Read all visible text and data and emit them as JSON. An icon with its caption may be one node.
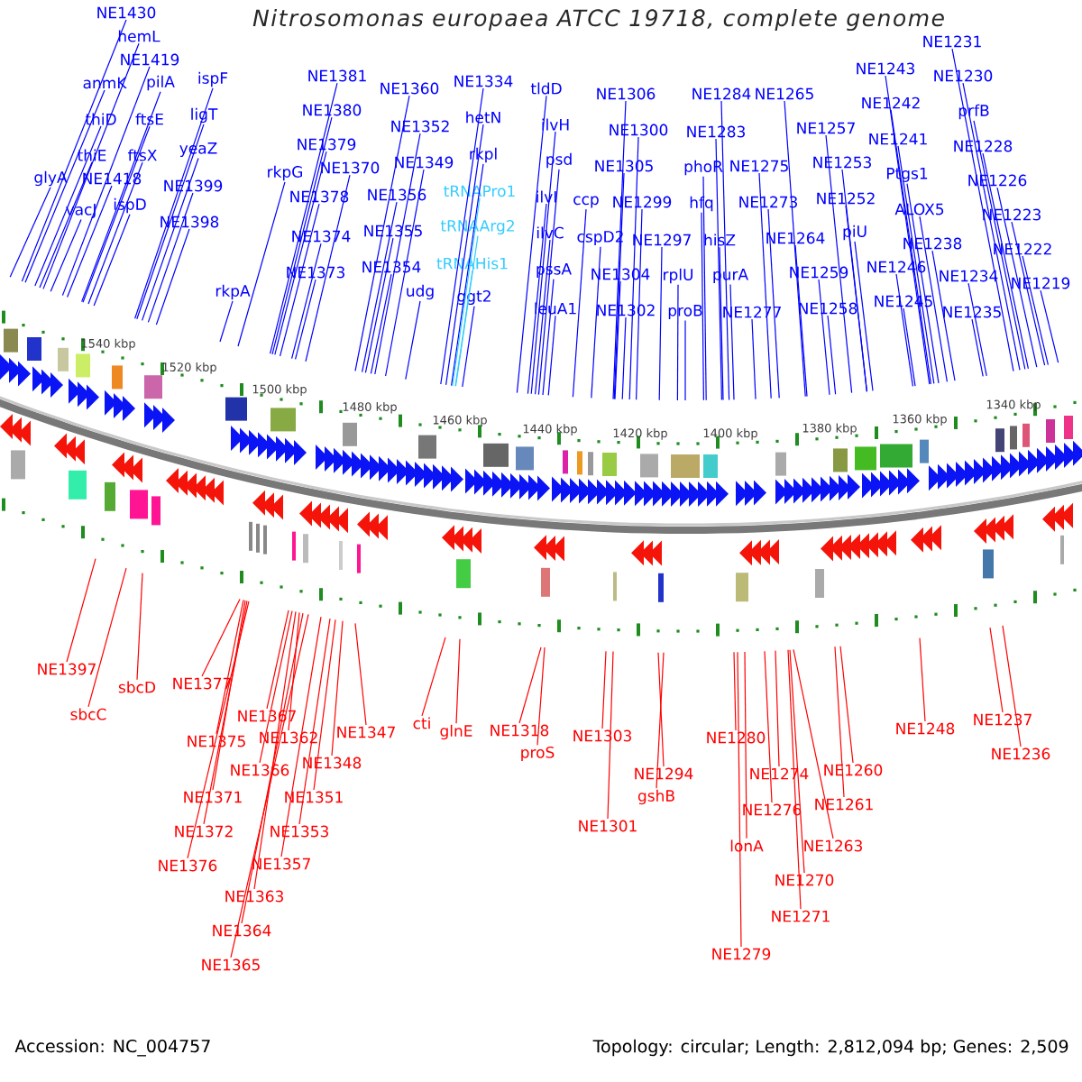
{
  "diagram": {
    "title": "Nitrosomonas europaea ATCC 19718, complete genome",
    "nodes": [
      {
        "text": [
          "NE1430"
        ]
      },
      {
        "text": [
          "hemL"
        ]
      },
      {
        "text": [
          "NE1231"
        ]
      },
      {
        "text": [
          "NE1243"
        ]
      },
      {
        "text": [
          "NE1419"
        ]
      },
      {
        "text": [
          "NE1230"
        ]
      },
      {
        "text": [
          "NE1381"
        ]
      },
      {
        "text": [
          "ispF"
        ]
      },
      {
        "text": [
          "NE1334"
        ]
      },
      {
        "text": [
          "anmK"
        ]
      },
      {
        "text": [
          "pilA"
        ]
      },
      {
        "text": [
          "NE1360"
        ]
      },
      {
        "text": [
          "tldD"
        ]
      },
      {
        "text": [
          "NE1306"
        ]
      },
      {
        "text": [
          "NE1284"
        ]
      },
      {
        "text": [
          "NE1265"
        ]
      },
      {
        "text": [
          "NE1242"
        ]
      },
      {
        "text": [
          "NE1380"
        ]
      },
      {
        "text": [
          "prfB"
        ]
      },
      {
        "text": [
          "ligT"
        ]
      },
      {
        "text": [
          "hetN"
        ]
      },
      {
        "text": [
          "thiD"
        ]
      },
      {
        "text": [
          "ftsE"
        ]
      },
      {
        "text": [
          "ilvH"
        ]
      },
      {
        "text": [
          "NE1352"
        ]
      },
      {
        "text": [
          "NE1257"
        ]
      },
      {
        "text": [
          "NE1300"
        ]
      },
      {
        "text": [
          "NE1283"
        ]
      },
      {
        "text": [
          "NE1241"
        ]
      },
      {
        "text": [
          "NE1379"
        ]
      },
      {
        "text": [
          "NE1228"
        ]
      },
      {
        "text": [
          "yeaZ"
        ]
      },
      {
        "text": [
          "thiE"
        ]
      },
      {
        "text": [
          "ftsX"
        ]
      },
      {
        "text": [
          "rkpl"
        ]
      },
      {
        "text": [
          "psd"
        ]
      },
      {
        "text": [
          "NE1349"
        ]
      },
      {
        "text": [
          "NE1253"
        ]
      },
      {
        "text": [
          "NE1305"
        ]
      },
      {
        "text": [
          "NE1275"
        ]
      },
      {
        "text": [
          "phoR"
        ]
      },
      {
        "text": [
          "NE1370"
        ]
      },
      {
        "text": [
          "rkpG"
        ]
      },
      {
        "text": [
          "Ptgs1"
        ]
      },
      {
        "text": [
          "glyA"
        ]
      },
      {
        "text": [
          "NE1418"
        ]
      },
      {
        "text": [
          "NE1226"
        ]
      },
      {
        "text": [
          "NE1399"
        ]
      },
      {
        "text": [
          "tRNAPro1"
        ]
      },
      {
        "text": [
          "NE1356"
        ]
      },
      {
        "text": [
          "NE1378"
        ]
      },
      {
        "text": [
          "ilvI"
        ]
      },
      {
        "text": [
          "NE1252"
        ]
      },
      {
        "text": [
          "NE1273"
        ]
      },
      {
        "text": [
          "ccp"
        ]
      },
      {
        "text": [
          "NE1299"
        ]
      },
      {
        "text": [
          "hfq"
        ]
      },
      {
        "text": [
          "ispD"
        ]
      },
      {
        "text": [
          "ALOX5"
        ]
      },
      {
        "text": [
          "vacJ"
        ]
      },
      {
        "text": [
          "NE1223"
        ]
      },
      {
        "text": [
          "NE1398"
        ]
      },
      {
        "text": [
          "tRNAArg2"
        ]
      },
      {
        "text": [
          "NE1355"
        ]
      },
      {
        "text": [
          "ilvC"
        ]
      },
      {
        "text": [
          "piU"
        ]
      },
      {
        "text": [
          "NE1374"
        ]
      },
      {
        "text": [
          "NE1264"
        ]
      },
      {
        "text": [
          "cspD2"
        ]
      },
      {
        "text": [
          "NE1297"
        ]
      },
      {
        "text": [
          "hisZ"
        ]
      },
      {
        "text": [
          "NE1238"
        ]
      },
      {
        "text": [
          "NE1222"
        ]
      },
      {
        "text": [
          "tRNAHis1"
        ]
      },
      {
        "text": [
          "NE1354"
        ]
      },
      {
        "text": [
          "NE1246"
        ]
      },
      {
        "text": [
          "pssA"
        ]
      },
      {
        "text": [
          "NE1373"
        ]
      },
      {
        "text": [
          "NE1259"
        ]
      },
      {
        "text": [
          "NE1304"
        ]
      },
      {
        "text": [
          "rplU"
        ]
      },
      {
        "text": [
          "purA"
        ]
      },
      {
        "text": [
          "NE1234"
        ]
      },
      {
        "text": [
          "NE1219"
        ]
      },
      {
        "text": [
          "rkpA"
        ]
      },
      {
        "text": [
          "udg"
        ]
      },
      {
        "text": [
          "ggt2"
        ]
      },
      {
        "text": [
          "NE1245"
        ]
      },
      {
        "text": [
          "leuA1"
        ]
      },
      {
        "text": [
          "NE1258"
        ]
      },
      {
        "text": [
          "NE1302"
        ]
      },
      {
        "text": [
          "proB"
        ]
      },
      {
        "text": [
          "NE1277"
        ]
      },
      {
        "text": [
          "NE1235"
        ]
      },
      {
        "text": [
          "NE1397"
        ]
      },
      {
        "text": [
          "sbcD"
        ]
      },
      {
        "text": [
          "NE1377"
        ]
      },
      {
        "text": [
          "sbcC"
        ]
      },
      {
        "text": [
          "NE1367"
        ]
      },
      {
        "text": [
          "glnE"
        ]
      },
      {
        "text": [
          "cti"
        ]
      },
      {
        "text": [
          "NE1347"
        ]
      },
      {
        "text": [
          "NE1318"
        ]
      },
      {
        "text": [
          "proS"
        ]
      },
      {
        "text": [
          "NE1303"
        ]
      },
      {
        "text": [
          "NE1280"
        ]
      },
      {
        "text": [
          "NE1362"
        ]
      },
      {
        "text": [
          "NE1375"
        ]
      },
      {
        "text": [
          "NE1248"
        ]
      },
      {
        "text": [
          "NE1237"
        ]
      },
      {
        "text": [
          "NE1236"
        ]
      },
      {
        "text": [
          "NE1348"
        ]
      },
      {
        "text": [
          "NE1366"
        ]
      },
      {
        "text": [
          "NE1260"
        ]
      },
      {
        "text": [
          "NE1294"
        ]
      },
      {
        "text": [
          "NE1274"
        ]
      },
      {
        "text": [
          "gshB"
        ]
      },
      {
        "text": [
          "NE1371"
        ]
      },
      {
        "text": [
          "NE1351"
        ]
      },
      {
        "text": [
          "NE1261"
        ]
      },
      {
        "text": [
          "NE1276"
        ]
      },
      {
        "text": [
          "NE1301"
        ]
      },
      {
        "text": [
          "NE1372"
        ]
      },
      {
        "text": [
          "NE1353"
        ]
      },
      {
        "text": [
          "NE1263"
        ]
      },
      {
        "text": [
          "lonA"
        ]
      },
      {
        "text": [
          "NE1357"
        ]
      },
      {
        "text": [
          "NE1376"
        ]
      },
      {
        "text": [
          "NE1270"
        ]
      },
      {
        "text": [
          "NE1363"
        ]
      },
      {
        "text": [
          "NE1271"
        ]
      },
      {
        "text": [
          "NE1364"
        ]
      },
      {
        "text": [
          "NE1279"
        ]
      },
      {
        "text": [
          "NE1365"
        ]
      }
    ],
    "edges": [
      {
        "from": 0,
        "to": null,
        "arrow": "none"
      },
      {
        "from": 1,
        "to": null,
        "arrow": "none"
      },
      {
        "from": 2,
        "to": null,
        "arrow": "none"
      },
      {
        "from": 3,
        "to": null,
        "arrow": "none"
      },
      {
        "from": 4,
        "to": null,
        "arrow": "none"
      },
      {
        "from": 5,
        "to": null,
        "arrow": "none"
      },
      {
        "from": 6,
        "to": null,
        "arrow": "none"
      },
      {
        "from": 7,
        "to": null,
        "arrow": "none"
      },
      {
        "from": 8,
        "to": null,
        "arrow": "none"
      },
      {
        "from": 9,
        "to": null,
        "arrow": "none"
      },
      {
        "from": 10,
        "to": null,
        "arrow": "none"
      },
      {
        "from": 11,
        "to": null,
        "arrow": "none"
      },
      {
        "from": 12,
        "to": null,
        "arrow": "none"
      },
      {
        "from": 13,
        "to": null,
        "arrow": "none"
      },
      {
        "from": 14,
        "to": null,
        "arrow": "none"
      },
      {
        "from": 15,
        "to": null,
        "arrow": "none"
      },
      {
        "from": 16,
        "to": null,
        "arrow": "none"
      },
      {
        "from": 17,
        "to": null,
        "arrow": "none"
      },
      {
        "from": 18,
        "to": null,
        "arrow": "none"
      },
      {
        "from": 19,
        "to": null,
        "arrow": "none"
      },
      {
        "from": 20,
        "to": null,
        "arrow": "none"
      },
      {
        "from": 21,
        "to": null,
        "arrow": "none"
      },
      {
        "from": 22,
        "to": null,
        "arrow": "none"
      },
      {
        "from": 23,
        "to": null,
        "arrow": "none"
      },
      {
        "from": 24,
        "to": null,
        "arrow": "none"
      },
      {
        "from": 25,
        "to": null,
        "arrow": "none"
      },
      {
        "from": 26,
        "to": null,
        "arrow": "none"
      },
      {
        "from": 27,
        "to": null,
        "arrow": "none"
      },
      {
        "from": 28,
        "to": null,
        "arrow": "none"
      },
      {
        "from": 29,
        "to": null,
        "arrow": "none"
      },
      {
        "from": 30,
        "to": null,
        "arrow": "none"
      },
      {
        "from": 31,
        "to": null,
        "arrow": "none"
      },
      {
        "from": 32,
        "to": null,
        "arrow": "none"
      },
      {
        "from": 33,
        "to": null,
        "arrow": "none"
      },
      {
        "from": 34,
        "to": null,
        "arrow": "none"
      },
      {
        "from": 35,
        "to": null,
        "arrow": "none"
      },
      {
        "from": 36,
        "to": null,
        "arrow": "none"
      },
      {
        "from": 37,
        "to": null,
        "arrow": "none"
      },
      {
        "from": 38,
        "to": null,
        "arrow": "none"
      },
      {
        "from": 39,
        "to": null,
        "arrow": "none"
      },
      {
        "from": 40,
        "to": null,
        "arrow": "none"
      },
      {
        "from": 41,
        "to": null,
        "arrow": "none"
      },
      {
        "from": 42,
        "to": null,
        "arrow": "none"
      },
      {
        "from": 43,
        "to": null,
        "arrow": "none"
      },
      {
        "from": 44,
        "to": null,
        "arrow": "none"
      },
      {
        "from": 45,
        "to": null,
        "arrow": "none"
      },
      {
        "from": 46,
        "to": null,
        "arrow": "none"
      },
      {
        "from": 47,
        "to": null,
        "arrow": "none"
      },
      {
        "from": 48,
        "to": null,
        "arrow": "none",
        "color": "#33ccff"
      },
      {
        "from": 49,
        "to": null,
        "arrow": "none"
      },
      {
        "from": 50,
        "to": null,
        "arrow": "none"
      },
      {
        "from": 51,
        "to": null,
        "arrow": "none"
      },
      {
        "from": 52,
        "to": null,
        "arrow": "none"
      },
      {
        "from": 53,
        "to": null,
        "arrow": "none"
      },
      {
        "from": 54,
        "to": null,
        "arrow": "none"
      },
      {
        "from": 55,
        "to": null,
        "arrow": "none"
      },
      {
        "from": 56,
        "to": null,
        "arrow": "none"
      },
      {
        "from": 57,
        "to": null,
        "arrow": "none"
      },
      {
        "from": 58,
        "to": null,
        "arrow": "none"
      },
      {
        "from": 59,
        "to": null,
        "arrow": "none"
      },
      {
        "from": 60,
        "to": null,
        "arrow": "none"
      },
      {
        "from": 61,
        "to": null,
        "arrow": "none"
      },
      {
        "from": 62,
        "to": null,
        "arrow": "none",
        "color": "#33ccff"
      },
      {
        "from": 63,
        "to": null,
        "arrow": "none"
      },
      {
        "from": 64,
        "to": null,
        "arrow": "none"
      },
      {
        "from": 65,
        "to": null,
        "arrow": "none"
      },
      {
        "from": 66,
        "to": null,
        "arrow": "none"
      },
      {
        "from": 67,
        "to": null,
        "arrow": "none"
      },
      {
        "from": 68,
        "to": null,
        "arrow": "none"
      },
      {
        "from": 69,
        "to": null,
        "arrow": "none"
      },
      {
        "from": 70,
        "to": null,
        "arrow": "none"
      },
      {
        "from": 71,
        "to": null,
        "arrow": "none"
      },
      {
        "from": 72,
        "to": null,
        "arrow": "none"
      },
      {
        "from": 73,
        "to": null,
        "arrow": "none",
        "color": "#33ccff"
      },
      {
        "from": 74,
        "to": null,
        "arrow": "none"
      },
      {
        "from": 75,
        "to": null,
        "arrow": "none"
      },
      {
        "from": 76,
        "to": null,
        "arrow": "none"
      },
      {
        "from": 77,
        "to": null,
        "arrow": "none"
      },
      {
        "from": 78,
        "to": null,
        "arrow": "none"
      },
      {
        "from": 79,
        "to": null,
        "arrow": "none"
      },
      {
        "from": 80,
        "to": null,
        "arrow": "none"
      },
      {
        "from": 81,
        "to": null,
        "arrow": "none"
      },
      {
        "from": 82,
        "to": null,
        "arrow": "none"
      },
      {
        "from": 83,
        "to": null,
        "arrow": "none"
      },
      {
        "from": 84,
        "to": null,
        "arrow": "none"
      },
      {
        "from": 85,
        "to": null,
        "arrow": "none"
      },
      {
        "from": 86,
        "to": null,
        "arrow": "none"
      },
      {
        "from": 87,
        "to": null,
        "arrow": "none"
      },
      {
        "from": 88,
        "to": null,
        "arrow": "none"
      },
      {
        "from": 89,
        "to": null,
        "arrow": "none"
      },
      {
        "from": 90,
        "to": null,
        "arrow": "none"
      },
      {
        "from": 91,
        "to": null,
        "arrow": "none"
      },
      {
        "from": 92,
        "to": null,
        "arrow": "none"
      },
      {
        "from": 93,
        "to": null,
        "arrow": "none"
      },
      {
        "from": 94,
        "to": null,
        "arrow": "none",
        "color": "#ff0000"
      },
      {
        "from": 95,
        "to": null,
        "arrow": "none",
        "color": "#ff0000"
      },
      {
        "from": 96,
        "to": null,
        "arrow": "none",
        "color": "#ff0000"
      },
      {
        "from": 97,
        "to": null,
        "arrow": "none",
        "color": "#ff0000"
      },
      {
        "from": 98,
        "to": null,
        "arrow": "none",
        "color": "#ff0000"
      },
      {
        "from": 99,
        "to": null,
        "arrow": "none",
        "color": "#ff0000"
      },
      {
        "from": 100,
        "to": null,
        "arrow": "none",
        "color": "#ff0000"
      },
      {
        "from": 101,
        "to": null,
        "arrow": "none",
        "color": "#ff0000"
      },
      {
        "from": 102,
        "to": null,
        "arrow": "none",
        "color": "#ff0000"
      },
      {
        "from": 103,
        "to": null,
        "arrow": "none",
        "color": "#ff0000"
      },
      {
        "from": 104,
        "to": null,
        "arrow": "none",
        "color": "#ff0000"
      },
      {
        "from": 105,
        "to": null,
        "arrow": "none",
        "color": "#ff0000"
      },
      {
        "from": 106,
        "to": null,
        "arrow": "none",
        "color": "#ff0000"
      },
      {
        "from": 107,
        "to": null,
        "arrow": "none",
        "color": "#ff0000"
      },
      {
        "from": 108,
        "to": null,
        "arrow": "none",
        "color": "#ff0000"
      },
      {
        "from": 109,
        "to": null,
        "arrow": "none",
        "color": "#ff0000"
      },
      {
        "from": 110,
        "to": null,
        "arrow": "none",
        "color": "#ff0000"
      },
      {
        "from": 111,
        "to": null,
        "arrow": "none",
        "color": "#ff0000"
      },
      {
        "from": 112,
        "to": null,
        "arrow": "none",
        "color": "#ff0000"
      },
      {
        "from": 113,
        "to": null,
        "arrow": "none",
        "color": "#ff0000"
      },
      {
        "from": 114,
        "to": null,
        "arrow": "none",
        "color": "#ff0000"
      },
      {
        "from": 115,
        "to": null,
        "arrow": "none",
        "color": "#ff0000"
      },
      {
        "from": 116,
        "to": null,
        "arrow": "none",
        "color": "#ff0000"
      },
      {
        "from": 117,
        "to": null,
        "arrow": "none",
        "color": "#ff0000"
      },
      {
        "from": 118,
        "to": null,
        "arrow": "none",
        "color": "#ff0000"
      },
      {
        "from": 119,
        "to": null,
        "arrow": "none",
        "color": "#ff0000"
      },
      {
        "from": 120,
        "to": null,
        "arrow": "none",
        "color": "#ff0000"
      },
      {
        "from": 121,
        "to": null,
        "arrow": "none",
        "color": "#ff0000"
      },
      {
        "from": 122,
        "to": null,
        "arrow": "none",
        "color": "#ff0000"
      },
      {
        "from": 123,
        "to": null,
        "arrow": "none",
        "color": "#ff0000"
      },
      {
        "from": 124,
        "to": null,
        "arrow": "none",
        "color": "#ff0000"
      },
      {
        "from": 125,
        "to": null,
        "arrow": "none",
        "color": "#ff0000"
      },
      {
        "from": 126,
        "to": null,
        "arrow": "none",
        "color": "#ff0000"
      },
      {
        "from": 127,
        "to": null,
        "arrow": "none",
        "color": "#ff0000"
      },
      {
        "from": 128,
        "to": null,
        "arrow": "none",
        "color": "#ff0000"
      },
      {
        "from": 129,
        "to": null,
        "arrow": "none",
        "color": "#ff0000"
      },
      {
        "from": 130,
        "to": null,
        "arrow": "none",
        "color": "#ff0000"
      },
      {
        "from": 131,
        "to": null,
        "arrow": "none",
        "color": "#ff0000"
      },
      {
        "from": 132,
        "to": null,
        "arrow": "none",
        "color": "#ff0000"
      },
      {
        "from": 133,
        "to": null,
        "arrow": "none",
        "color": "#ff0000"
      }
    ],
    "labels": [
      "1540 kbp",
      "1520 kbp",
      "1500 kbp",
      "1480 kbp",
      "1460 kbp",
      "1440 kbp",
      "1420 kbp",
      "1400 kbp",
      "1380 kbp",
      "1360 kbp",
      "1340 kbp",
      "Accession: NC_004757",
      "Topology: circular; Length: 2,812,094 bp; Genes: 2,509"
    ]
  }
}
